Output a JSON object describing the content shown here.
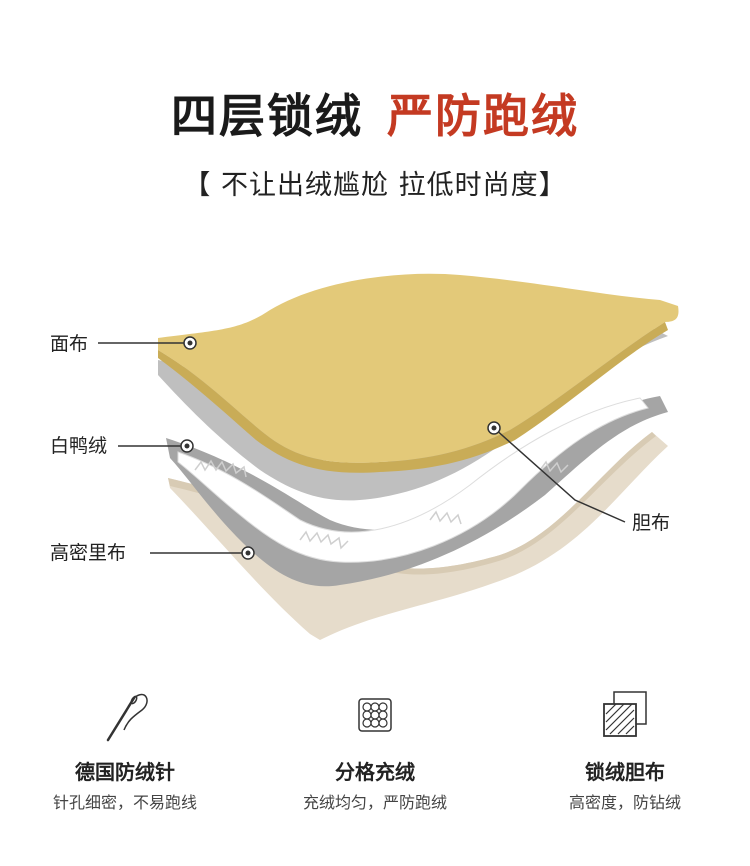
{
  "header": {
    "title_dark": "四层锁绒",
    "title_red": "严防跑绒",
    "subtitle": "【 不让出绒尴尬 拉低时尚度】"
  },
  "layers": {
    "face_fabric": "面布",
    "white_duck_down": "白鸭绒",
    "high_density_lining": "高密里布",
    "inner_fabric": "胆布"
  },
  "colors": {
    "title_accent": "#c43a22",
    "face_fabric": "#e3c979",
    "inner_fabric": "#b9b9b9",
    "lining": "#e6dccb"
  },
  "features": [
    {
      "icon": "needle-thread-icon",
      "title": "德国防绒针",
      "desc": "针孔细密，不易跑线"
    },
    {
      "icon": "quilted-grid-icon",
      "title": "分格充绒",
      "desc": "充绒均匀，严防跑绒"
    },
    {
      "icon": "layered-fabric-icon",
      "title": "锁绒胆布",
      "desc": "高密度，防钻绒"
    }
  ]
}
